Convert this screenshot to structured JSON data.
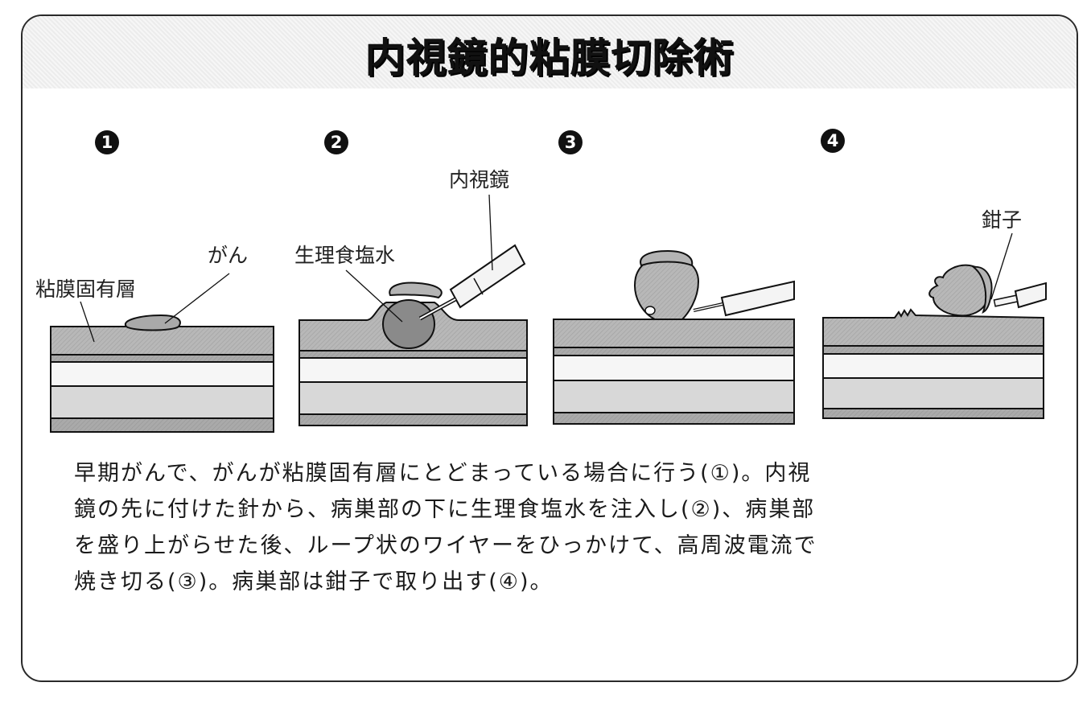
{
  "header": {
    "title": "内視鏡的粘膜切除術"
  },
  "steps": [
    {
      "number": "1",
      "labels": {
        "mucosa": "粘膜固有層",
        "cancer": "がん"
      }
    },
    {
      "number": "2",
      "labels": {
        "saline": "生理食塩水",
        "endoscope": "内視鏡"
      }
    },
    {
      "number": "3",
      "labels": {}
    },
    {
      "number": "4",
      "labels": {
        "forceps": "鉗子"
      }
    }
  ],
  "description": {
    "lines": [
      "早期がんで、がんが粘膜固有層にとどまっている場合に行う(①)。内視",
      "鏡の先に付けた針から、病巣部の下に生理食塩水を注入し(②)、病巣部",
      "を盛り上がらせた後、ループ状のワイヤーをひっかけて、高周波電流で",
      "焼き切る(③)。病巣部は鉗子で取り出す(④)。"
    ]
  },
  "colors": {
    "border": "#2a2a2a",
    "header_bg": "#eeeeee",
    "mucosa": "#b4b4b4",
    "band_dark": "#a8a8a8",
    "band_white": "#f6f6f6",
    "band_light": "#d6d6d6",
    "saline": "#8a8a8a"
  }
}
